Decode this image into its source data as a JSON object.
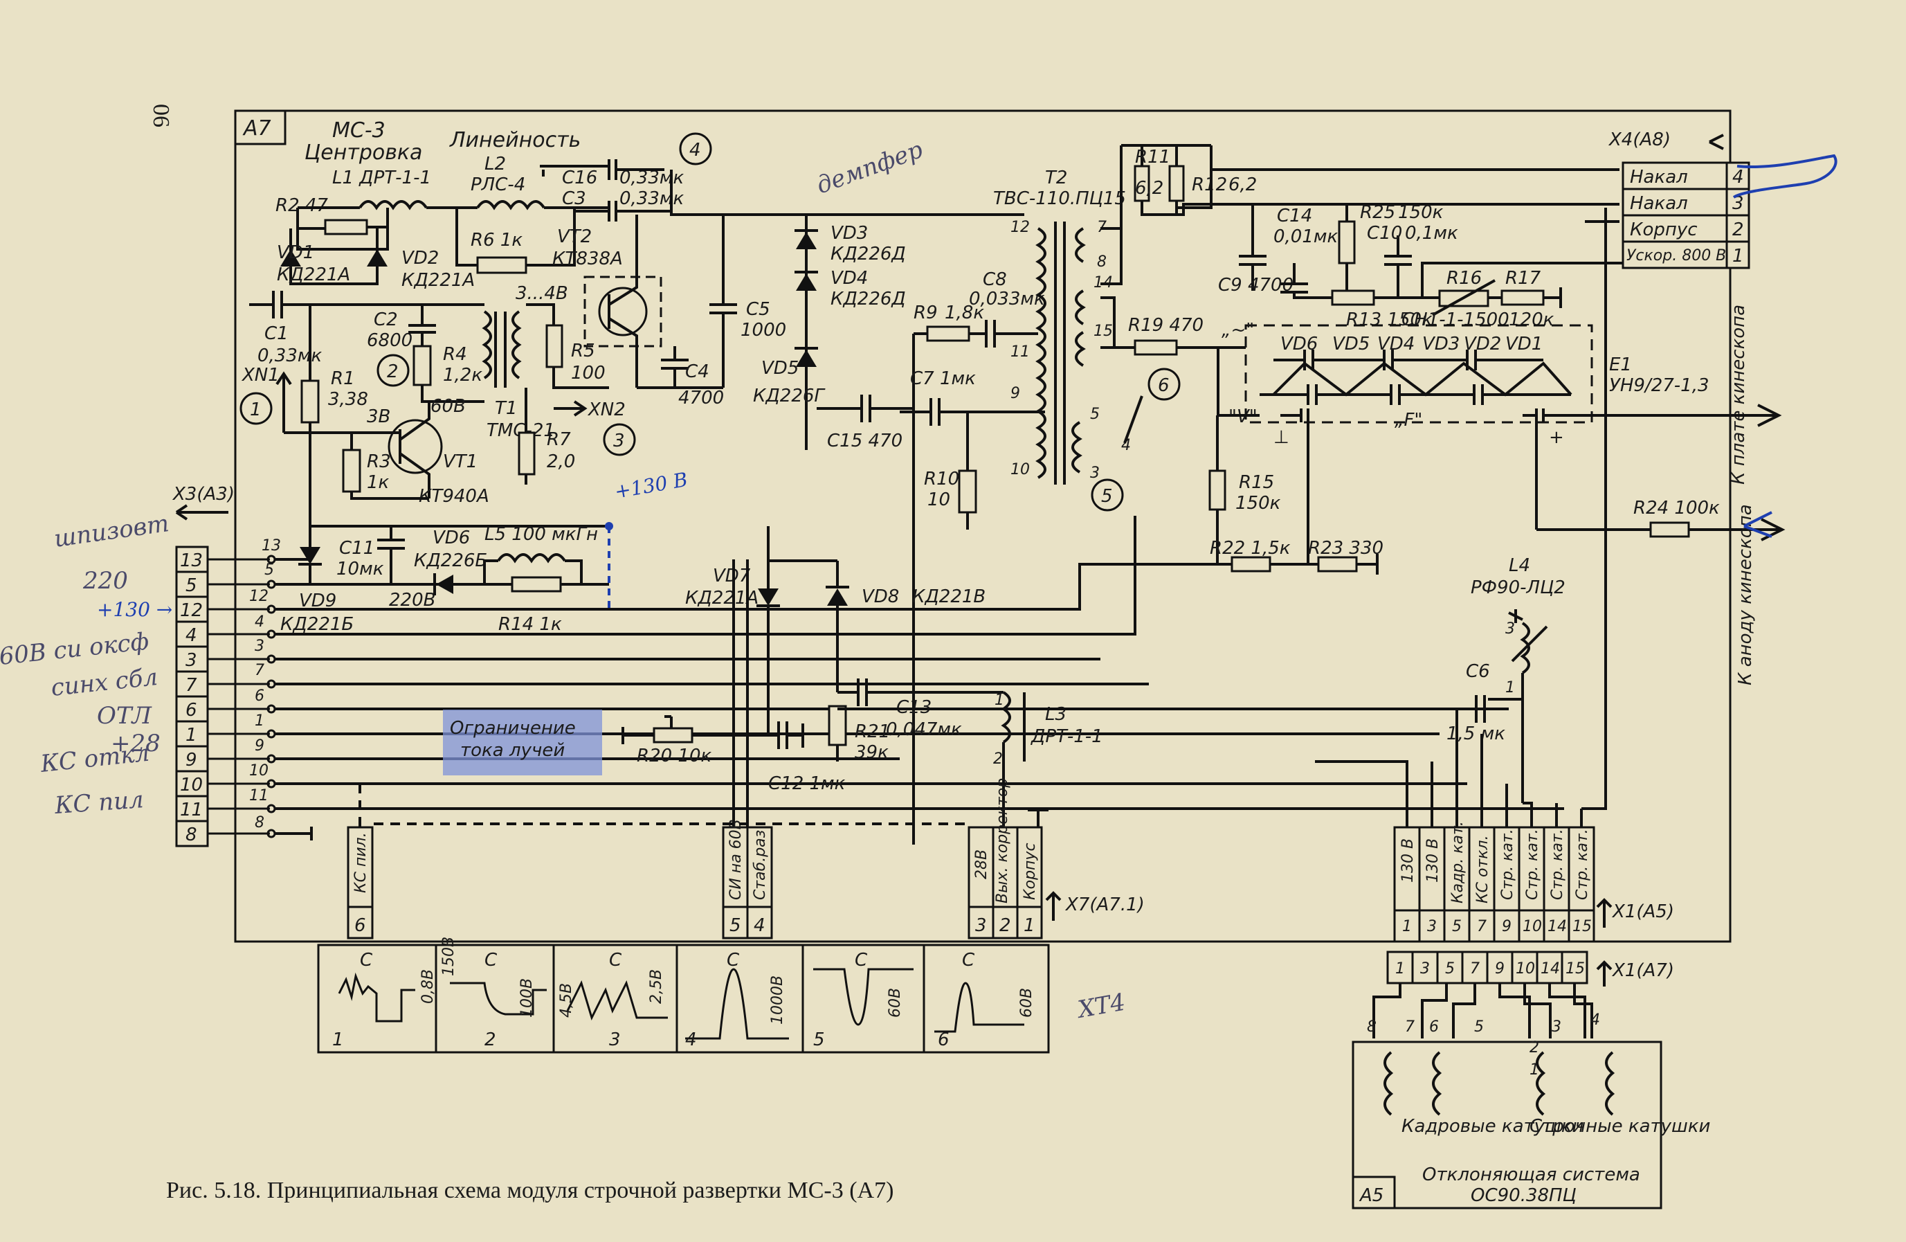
{
  "page_number": "06",
  "caption": "Рис. 5.18. Принципиальная схема модуля строчной развертки МС-3 (А7)",
  "module": {
    "id": "А7",
    "name": "МС-3",
    "centering": "Центровка",
    "linearity": "Линейность"
  },
  "components": {
    "l1": "L1 ДРТ-1-1",
    "l2": "L2",
    "l2_type": "РЛС-4",
    "r2": "R2  47",
    "vd1": "VD1",
    "vd1_type": "КД221А",
    "vd2": "VD2",
    "vd2_type": "КД221А",
    "r6": "R6 1к",
    "vt2": "VT2",
    "vt2_type": "КТ838А",
    "c16": "С16",
    "c3": "С3",
    "c16_val": "0,33мк",
    "c3_val": "0,33мк",
    "c1": "С1",
    "c1_val": "0,33мк",
    "c2": "С2",
    "c2_val": "6800",
    "r4": "R4",
    "r4_val": "1,2к",
    "voltage_34": "3...4В",
    "r5": "R5",
    "r5_val": "100",
    "c5": "С5",
    "c5_val": "1000",
    "c4": "С4",
    "c4_val": "4700",
    "xn1": "XN1",
    "r1": "R1",
    "r1_val": "3,38",
    "v3": "3В",
    "v60": "60В",
    "t1": "Т1",
    "t1_type": "ТМС-21",
    "xn2": "XN2",
    "r3": "R3",
    "r3_val": "1к",
    "vt1": "VT1",
    "vt1_type": "КТ940А",
    "r7": "R7",
    "r7_val": "2,0",
    "vd3": "VD3",
    "vd3_type": "КД226Д",
    "vd4": "VD4",
    "vd4_type": "КД226Д",
    "vd5": "VD5",
    "vd5_type": "КД226Г",
    "c15": "С15 470",
    "t2": "Т2",
    "t2_type": "ТВС-110.ПЦ15",
    "c8": "С8",
    "c8_val": "0,033мк",
    "r9": "R9",
    "r9_val": "1,8к",
    "c7": "С7 1мк",
    "r10": "R10",
    "r10_val": "10",
    "r11": "R11",
    "r11_val": "6,2",
    "r12": "R12",
    "r12_val": "6,2",
    "c14": "С14",
    "c14_val": "0,01мк",
    "r25": "R25",
    "r25_val": "150к",
    "c10": "С10",
    "c10_val": "0,1мк",
    "c9": "С9 4700",
    "r13": "R13  150к",
    "r16": "R16",
    "r17": "R17",
    "r16_type": "СН1-1-1500",
    "r17_val": "120к",
    "r19": "R19  470",
    "e1": "Е1",
    "e1_type": "УН9/27-1,3",
    "mult_diodes": [
      "VD6",
      "VD5",
      "VD4",
      "VD3",
      "VD2",
      "VD1"
    ],
    "mult_v": "\"V\"",
    "mult_f": "„F\"",
    "mult_tilde": "„~\"",
    "r15": "R15",
    "r15_val": "150к",
    "r22": "R22  1,5к",
    "r23": "R23  330",
    "r24": "R24 100к",
    "c11": "С11",
    "c11_val": "10мк",
    "c11_v": "220В",
    "vd6b": "VD6",
    "vd6b_type": "КД226Б",
    "l5": "L5 100 мкГн",
    "r14": "R14  1к",
    "vd9": "VD9",
    "vd9_type": "КД221Б",
    "vd7": "VD7",
    "vd7_type": "КД221А",
    "vd8": "VD8",
    "vd8_type": "КД221В",
    "c13": "С13",
    "c13_val": "0,047мк",
    "r21": "R21",
    "r21_val": "39к",
    "c12": "С12 1мк",
    "r20": "R20  10к",
    "beam_limit": [
      "Ограничение",
      "тока лучей"
    ],
    "l3": "L3",
    "l3_type": "ДРТ-1-1",
    "l4": "L4",
    "l4_type": "РФ90-ЛЦ2",
    "c6": "С6",
    "c6_val": "1,5 мк"
  },
  "connector_x4": {
    "title": "Х4(А8)",
    "rows": [
      {
        "label": "Накал",
        "pin": "4"
      },
      {
        "label": "Накал",
        "pin": "3"
      },
      {
        "label": "Корпус",
        "pin": "2"
      },
      {
        "label": "Ускор. 800 В",
        "pin": "1"
      }
    ]
  },
  "connector_x3": {
    "title": "Х3(А3)",
    "pins": [
      "13",
      "5",
      "12",
      "4",
      "3",
      "7",
      "6",
      "1",
      "9",
      "10",
      "11",
      "8"
    ],
    "wire_nums": [
      "13",
      "5",
      "12",
      "4",
      "3",
      "7",
      "6",
      "1",
      "9",
      "10",
      "11",
      "8"
    ]
  },
  "side_outputs": {
    "to_kinescope_board": "К плате кинескопа",
    "to_kinescope_anode": "К аноду кинескопа"
  },
  "connector_x7": {
    "title": "Х7(А7.1)",
    "left_block": [
      {
        "pin": "6",
        "label": "КС пил."
      }
    ],
    "mid_block": [
      {
        "pin": "5",
        "label": "СИ на 60В"
      },
      {
        "pin": "4",
        "label": "Стаб.раз"
      }
    ],
    "right_block": [
      {
        "pin": "3",
        "label": "28В"
      },
      {
        "pin": "2",
        "label": "Вых. корректор"
      },
      {
        "pin": "1",
        "label": "Корпус"
      }
    ]
  },
  "connector_x1": {
    "title": "Х1(А5)",
    "pins": [
      {
        "pin": "1",
        "label": "130 В"
      },
      {
        "pin": "3",
        "label": "130 В"
      },
      {
        "pin": "5",
        "label": "Кадр. кат."
      },
      {
        "pin": "7",
        "label": "КС откл."
      },
      {
        "pin": "9",
        "label": "Стр. кат."
      },
      {
        "pin": "10",
        "label": "Стр. кат."
      },
      {
        "pin": "14",
        "label": "Стр. кат."
      },
      {
        "pin": "15",
        "label": "Стр. кат."
      }
    ]
  },
  "connector_x1_a7": {
    "title": "Х1(А7)",
    "pins": [
      "1",
      "3",
      "5",
      "7",
      "9",
      "10",
      "14",
      "15"
    ]
  },
  "deflection_system": {
    "id": "А5",
    "title": "Отклоняющая система",
    "model": "ОС90.38ПЦ",
    "frame_coils": "Кадровые катушки",
    "line_coils": "Строчные катушки",
    "pins_frame": [
      "8",
      "7",
      "6",
      "5"
    ],
    "pins_line": [
      "2",
      "3",
      "1",
      "4"
    ]
  },
  "waveforms": [
    {
      "num": "1",
      "label": "С",
      "amp": "0,8В"
    },
    {
      "num": "2",
      "label": "С",
      "amp1": "150В",
      "amp2": "100В"
    },
    {
      "num": "3",
      "label": "С",
      "amp1": "4,5В",
      "amp2": "2,5В"
    },
    {
      "num": "4",
      "label": "С",
      "amp": "1000В"
    },
    {
      "num": "5",
      "label": "С",
      "amp": "60В"
    },
    {
      "num": "6",
      "label": "С",
      "amp": "60В"
    }
  ],
  "test_points": [
    "1",
    "2",
    "3",
    "4",
    "5",
    "6"
  ],
  "handwritten": {
    "left_notes": [
      "шпизовт",
      "220",
      "+130 →",
      "60В си оксф",
      "синх сбл",
      "ОТЛ",
      "+28",
      "КС откл",
      "КС пил"
    ],
    "demp": "демпфер",
    "plus130": "+130 В",
    "xt4": "ХТ4"
  },
  "colors": {
    "paper": "#e9e2c6",
    "ink": "#111111",
    "pen_blue": "#1e3fb0",
    "stamp_blue": "#7f93d8"
  }
}
